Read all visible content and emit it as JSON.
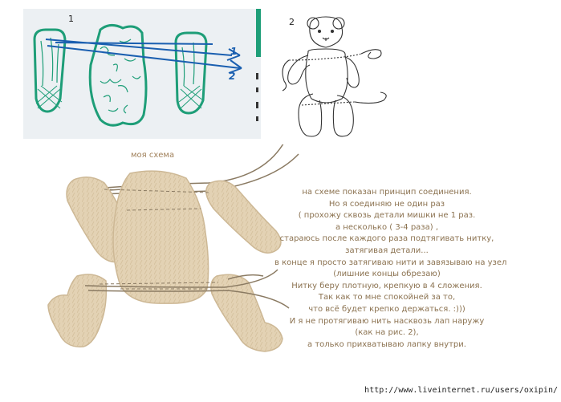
{
  "figure1": {
    "number": "1",
    "arrow_labels": [
      "1",
      "2"
    ],
    "colors": {
      "outline": "#1e9e78",
      "arrows": "#1a5fb0",
      "background": "#ecf0f3"
    }
  },
  "figure2": {
    "number": "2"
  },
  "schema_title": "моя схема",
  "notes": [
    "на схеме показан принцип соединения.",
    "Но я  соединяю не один раз",
    "( прохожу сквозь детали мишки не 1 раз.",
    "а несколько ( 3-4 раза) ,",
    "стараюсь после каждого раза подтягивать нитку,",
    "затягивая детали...",
    "в конце я просто затягиваю нити и завязываю на узел",
    "(лишние концы обрезаю)",
    "Нитку беру плотную, крепкую в 4 сложения.",
    "Так как то мне спокойней за то,",
    "что всё будет крепко держаться. :)))",
    "И я не протягиваю нить насквозь лап наружу",
    "(как на рис. 2),",
    "а только прихватываю лапку внутри."
  ],
  "watermark": "http://www.liveinternet.ru/users/oxipin/",
  "colors": {
    "fur": "#e3d2b4",
    "fur_edge": "#cdb895",
    "thread": "#8a7a62",
    "text": "#8b7250"
  }
}
